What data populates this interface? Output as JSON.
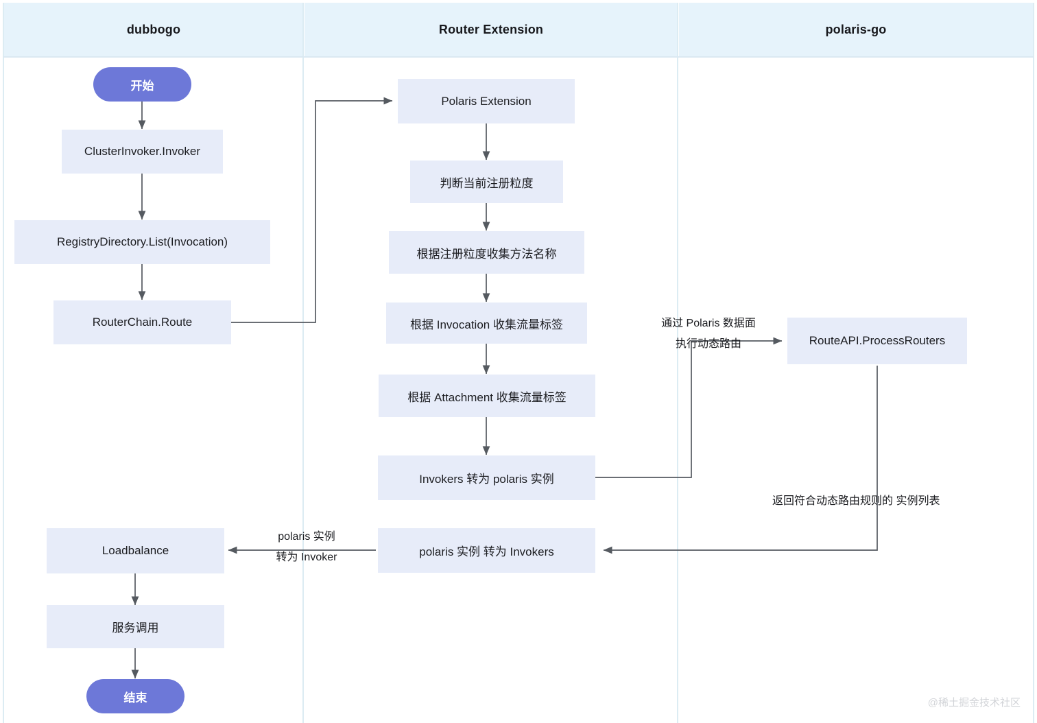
{
  "diagram": {
    "title_lanes": [
      {
        "id": "lane-dubbogo",
        "label": "dubbogo"
      },
      {
        "id": "lane-router-extension",
        "label": "Router Extension"
      },
      {
        "id": "lane-polaris-go",
        "label": "polaris-go"
      }
    ],
    "colors": {
      "lane_header_bg": "#e6f3fb",
      "lane_divider": "#dcecf3",
      "node_bg": "#e7ecf9",
      "terminal_bg": "#6d78d8",
      "terminal_text": "#ffffff",
      "node_text": "#1c1d21",
      "edge_stroke": "#555a60",
      "watermark_text": "#d2d4d8"
    },
    "nodes": {
      "start": "开始",
      "cluster_invoker": "ClusterInvoker.Invoker",
      "registry_directory": "RegistryDirectory.List(Invocation)",
      "router_chain": "RouterChain.Route",
      "polaris_extension": "Polaris Extension",
      "judge_granularity": "判断当前注册粒度",
      "collect_method_name": "根据注册粒度收集方法名称",
      "collect_by_invocation": "根据 Invocation 收集流量标签",
      "collect_by_attachment": "根据 Attachment 收集流量标签",
      "invokers_to_polaris": "Invokers 转为 polaris 实例",
      "route_api": "RouteAPI.ProcessRouters",
      "polaris_to_invokers": "polaris 实例 转为 Invokers",
      "loadbalance": "Loadbalance",
      "service_call": "服务调用",
      "end": "结束"
    },
    "edge_labels": {
      "to_route_api_line1": "通过 Polaris 数据面",
      "to_route_api_line2": "执行动态路由",
      "return_instances": "返回符合动态路由规则的 实例列表",
      "to_loadbalance_line1": "polaris 实例",
      "to_loadbalance_line2": "转为 Invoker"
    },
    "watermark": "@稀土掘金技术社区"
  }
}
